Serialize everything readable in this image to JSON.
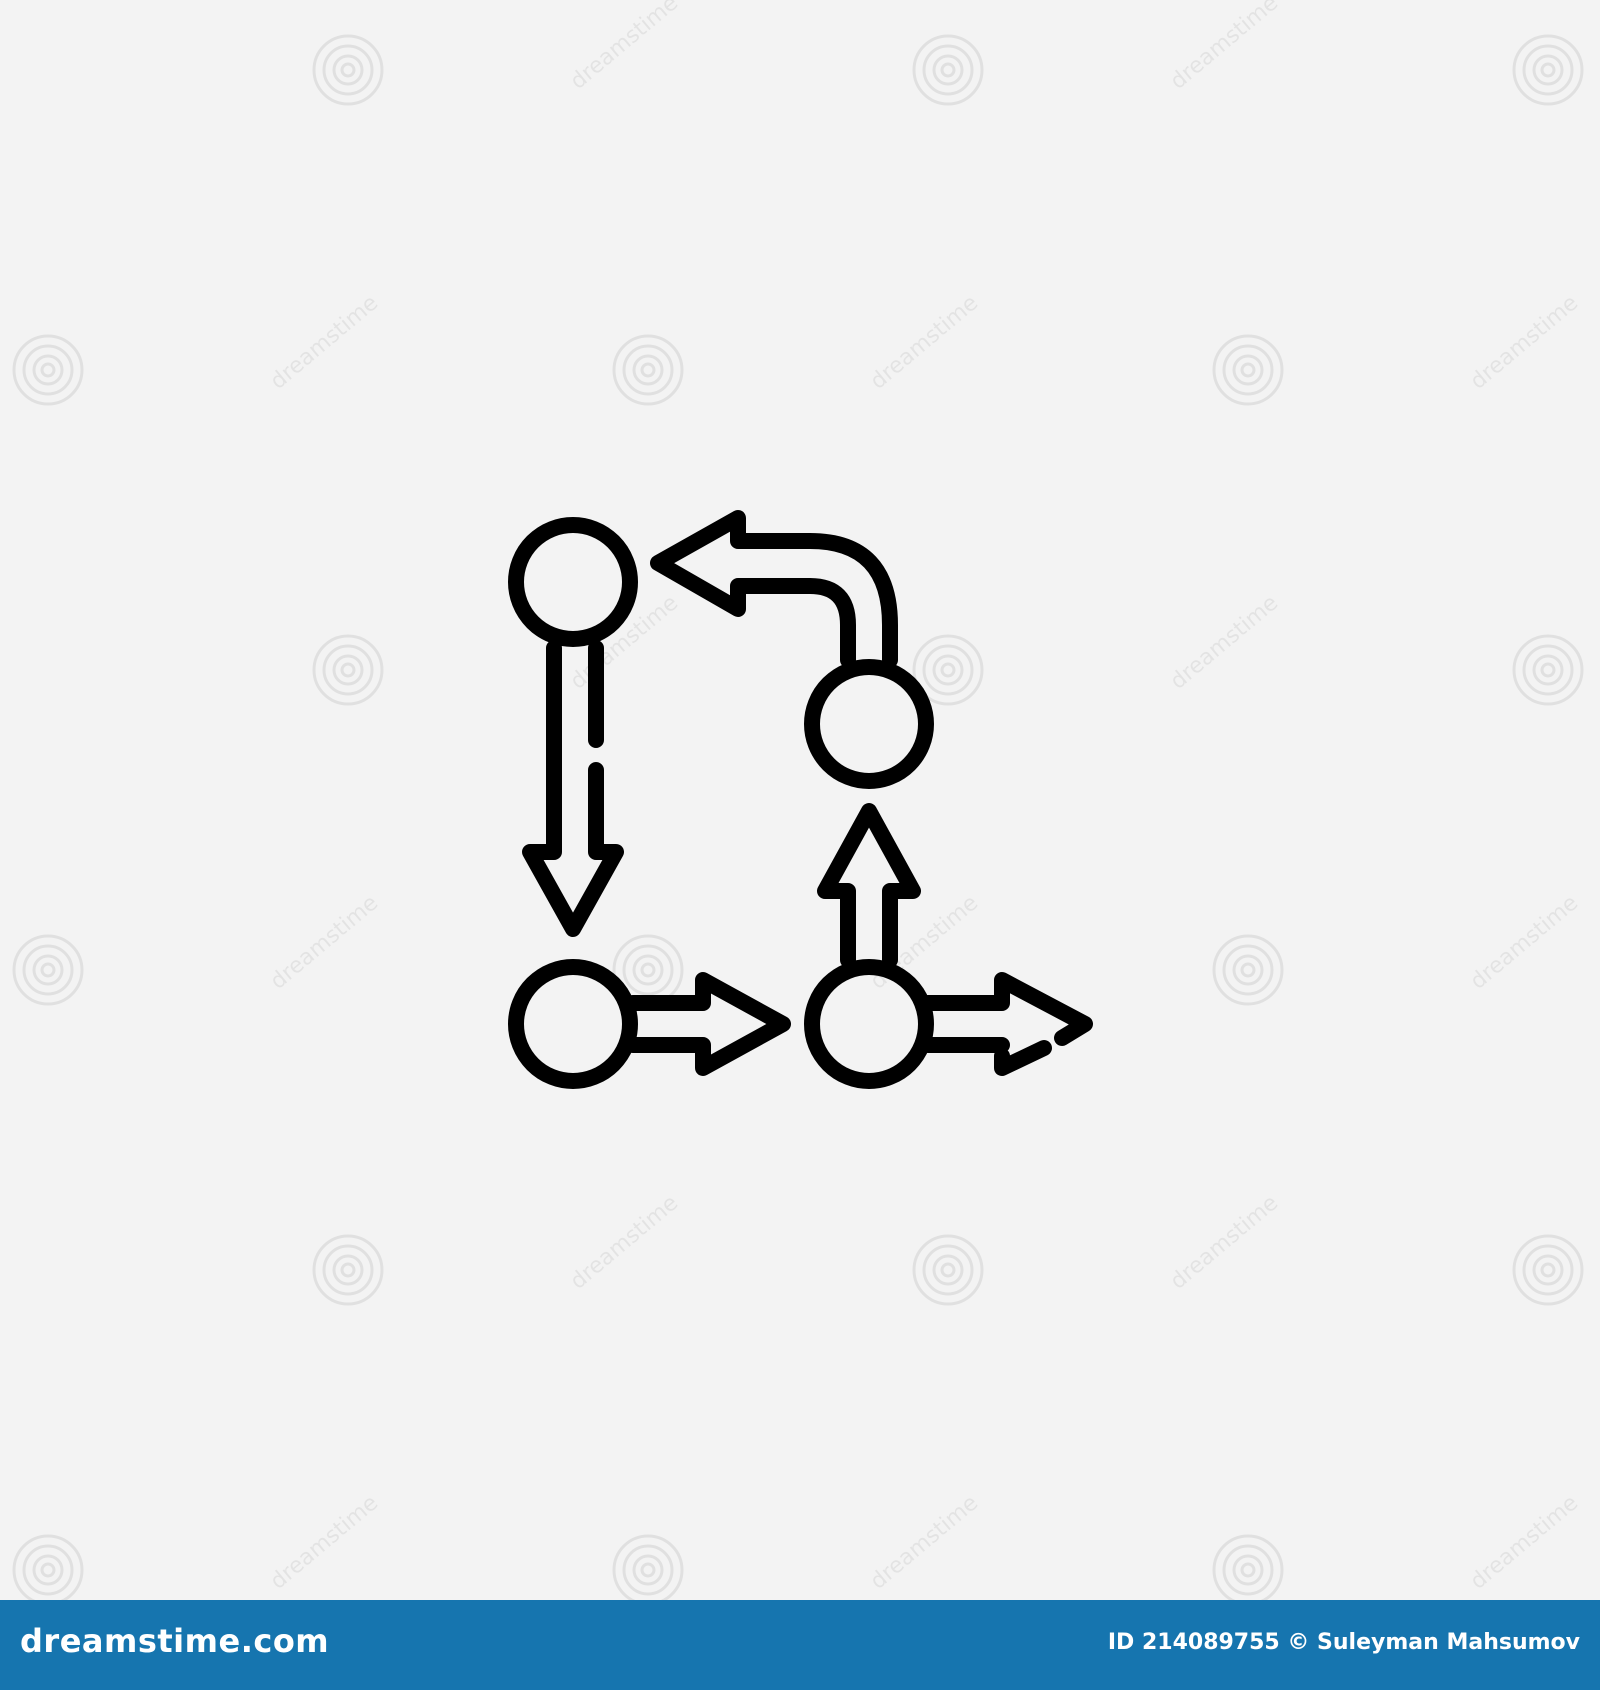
{
  "watermark": {
    "text": "dreamstime",
    "icon": "spiral-icon"
  },
  "icon": {
    "name": "workflow-process-icon",
    "stroke_color": "#000000",
    "background": "#f3f3f3"
  },
  "footer": {
    "logo": "dreamstime.com",
    "credit": "ID 214089755 © Suleyman Mahsumov",
    "background": "#1675af",
    "text_color": "#ffffff"
  }
}
